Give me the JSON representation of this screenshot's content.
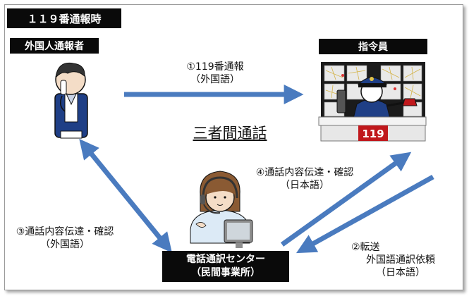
{
  "title": "１１９番通報時",
  "caller_label": "外国人通報者",
  "dispatcher_label": "指令員",
  "center": {
    "line1": "電話通訳センター",
    "line2": "（民間事業所）"
  },
  "three_way": "三者間通話",
  "step1": {
    "line1": "①119番通報",
    "line2": "（外国語）"
  },
  "step2": {
    "line1": "②転送",
    "line2": "外国語通訳依頼",
    "line3": "（日本語）"
  },
  "step3": {
    "line1": "③通話内容伝達・確認",
    "line2": "（外国語）"
  },
  "step4": {
    "line1": "④通話内容伝達・確認",
    "line2": "（日本語）"
  },
  "desk_number": "119",
  "colors": {
    "arrow": "#4a7bbf",
    "box": "#0a0a0a",
    "uniform": "#1f3f86",
    "desk_red": "#c0181c"
  }
}
